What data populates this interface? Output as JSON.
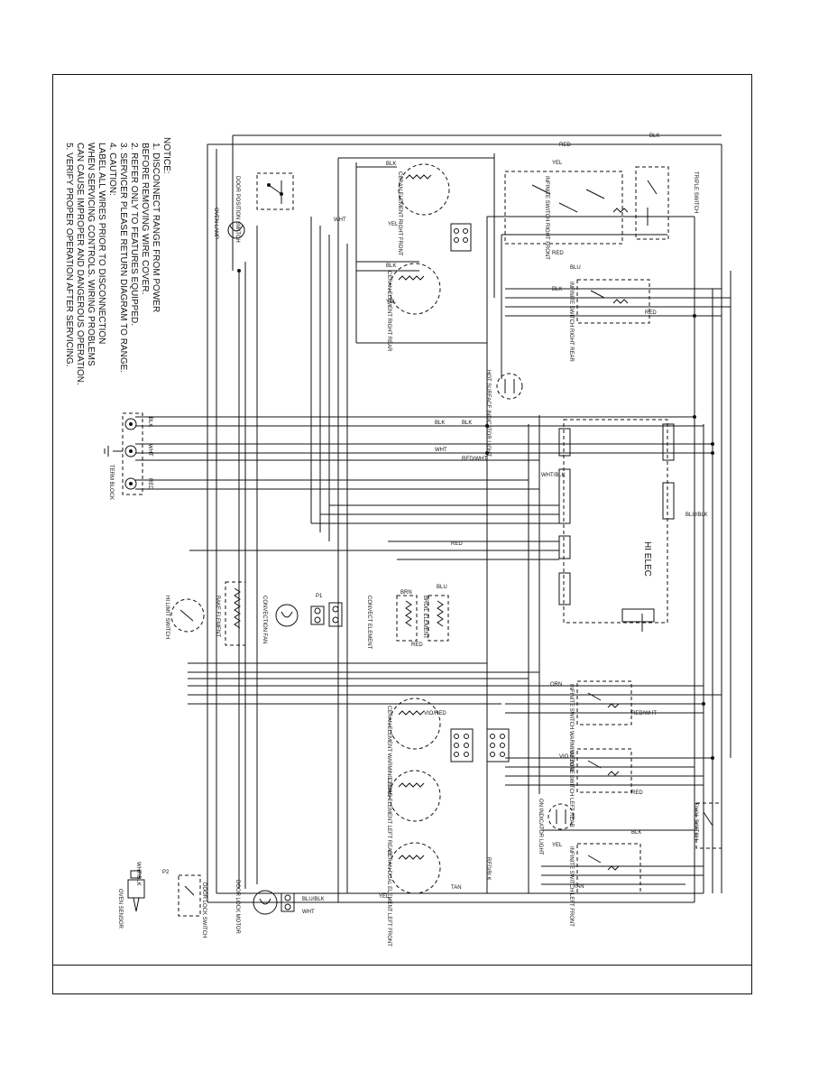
{
  "notice": {
    "heading": "NOTICE:",
    "items": [
      "1. DISCONNECT RANGE FROM POWER",
      "   BEFORE REMOVING WIRE COVER.",
      "2. REFER ONLY TO FEATURES EQUIPPED.",
      "3. SERVICER PLEASE RETURN DIAGRAM TO RANGE.",
      "4. CAUTION:",
      "   LABEL ALL WIRES PRIOR TO DISCONNECTION",
      "   WHEN SERVICING CONTROLS. WIRING PROBLEMS",
      "   CAN CAUSE IMPROPER AND DANGEROUS OPERATION.",
      "5. VERIFY PROPER OPERATION AFTER SERVICING."
    ]
  },
  "components": {
    "door_position_switch": "DOOR POSITION SWITCH",
    "oven_lamp": "OVEN LAMP",
    "term_block": "TERM BLOCK",
    "hi_limit_switch": "HI LIMIT SWITCH",
    "bake_element": "BAKE ELEMENT",
    "convection_fan": "CONVECTION FAN",
    "convect_element": "CONVECT ELEMENT",
    "broil_element": "BROIL ELEMENT",
    "door_lock_switch": "DOOR LOCK SWITCH",
    "door_lock_motor": "DOOR LOCK MOTOR",
    "oven_sensor": "OVEN SENSOR",
    "hot_surface_indicator_light": "HOT SURFACE INDICATOR LIGHT",
    "on_indicator_light": "ON INDICATOR LIGHT",
    "triple_switch": "TRIPLE SWITCH",
    "dual_switch": "DUAL SWITCH",
    "hi_elec": "HI ELEC",
    "elem_right_front": "CERAN ELEMENT RIGHT FRONT",
    "elem_right_rear": "CERAN ELEMENT RIGHT REAR",
    "elem_warming": "CERAN ELEMENT WARMING ZONE",
    "elem_left_rear": "CERAN ELEMENT LEFT REAR",
    "elem_left_front": "CERAN DUAL ELEMENT LEFT FRONT",
    "sw_right_front": "INFINITE SWITCH RIGHT FRONT",
    "sw_right_rear": "INFINITE SWITCH RIGHT REAR",
    "sw_warming": "INFINITE SWITCH WARMING ZONE",
    "sw_left_rear": "INFINITE SWITCH LEFT REAR",
    "sw_left_front": "INFINITE SWITCH LEFT FRONT"
  },
  "wire_labels": {
    "blk": "BLK",
    "wht": "WHT",
    "red": "RED",
    "yel": "YEL",
    "blu": "BLU",
    "orn": "ORN",
    "vio": "VIO",
    "brn": "BRN",
    "tan": "TAN",
    "red_wht": "RED/WHT",
    "wht_blk": "WHT/BLK",
    "blu_blk": "BLU/BLK",
    "vio_red": "VIO/RED",
    "red_blk": "RED/BLK",
    "p1": "P1",
    "p2": "P2"
  }
}
